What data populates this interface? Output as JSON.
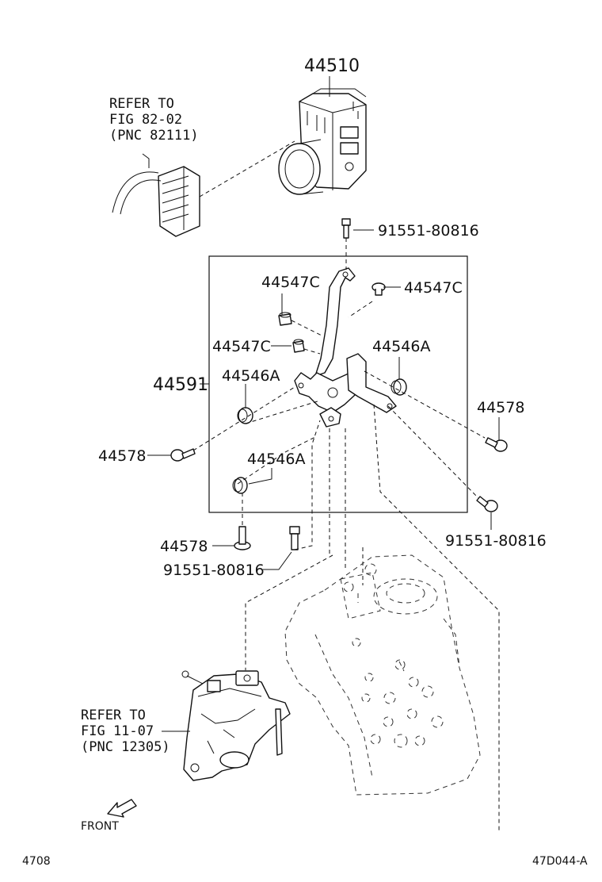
{
  "labels": {
    "actuator": "44510",
    "bracket_assembly": "44591",
    "cushion_c_top_left": "44547C",
    "cushion_c_top_right": "44547C",
    "cushion_c_mid_left": "44547C",
    "cushion_a_right": "44546A",
    "cushion_a_left": "44546A",
    "cushion_a_bottom": "44546A",
    "bolt_44578_left": "44578",
    "bolt_44578_right": "44578",
    "bolt_44578_bottom": "44578",
    "bolt_91551_top": "91551-80816",
    "bolt_91551_right": "91551-80816",
    "bolt_91551_bottom": "91551-80816"
  },
  "references": {
    "wiring": {
      "line1": "REFER TO",
      "line2": "FIG 82-02",
      "line3": "(PNC 82111)"
    },
    "engine_mount": {
      "line1": "REFER TO",
      "line2": "FIG 11-07",
      "line3": "(PNC 12305)"
    }
  },
  "front_label": "FRONT",
  "footer": {
    "page_number": "4708",
    "drawing_code": "47D044-A"
  }
}
